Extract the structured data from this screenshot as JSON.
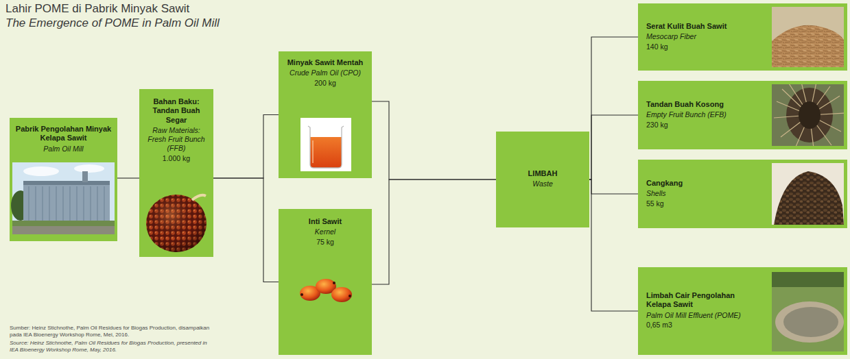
{
  "diagram": {
    "title": "Lahir POME di Pabrik Minyak Sawit",
    "nodes": [
      {
        "text": [
          "Pabrik Pengolahan Minyak Kelapa Sawit",
          "Palm Oil Mill"
        ]
      },
      {
        "text": [
          "Bahan Baku: Tandan Buah Segar",
          "Raw Materials: Fresh Fruit Bunch (FFB)",
          "1.000 kg"
        ]
      },
      {
        "text": [
          "Minyak Sawit Mentah",
          "Crude Palm Oil (CPO)",
          "200 kg"
        ]
      },
      {
        "text": [
          "Inti Sawit",
          "Kernel",
          "75 kg"
        ]
      },
      {
        "text": [
          "LIMBAH",
          "Waste"
        ]
      },
      {
        "text": [
          "Serat Kulit Buah Sawit",
          "Mesocarp Fiber",
          "140 kg"
        ]
      },
      {
        "text": [
          "Tandan Buah Kosong",
          "Empty Fruit Bunch (EFB)",
          "230 kg"
        ]
      },
      {
        "text": [
          "Cangkang",
          "Shells",
          "55 kg"
        ]
      },
      {
        "text": [
          "Limbah Cair Pengolahan Kelapa Sawit",
          "Palm Oil Mill Effluent (POME)",
          "0,65 m3"
        ]
      }
    ],
    "edges": [
      {
        "from": 0,
        "to": 1,
        "arrow": "none"
      },
      {
        "from": 1,
        "to": 2,
        "arrow": "none"
      },
      {
        "from": 1,
        "to": 3,
        "arrow": "none"
      },
      {
        "from": 2,
        "to": 4,
        "arrow": "none"
      },
      {
        "from": 3,
        "to": 4,
        "arrow": "none"
      },
      {
        "from": 4,
        "to": 5,
        "arrow": "none"
      },
      {
        "from": 4,
        "to": 6,
        "arrow": "none"
      },
      {
        "from": 4,
        "to": 7,
        "arrow": "none"
      },
      {
        "from": 4,
        "to": 8,
        "arrow": "none"
      }
    ],
    "labels": [
      "The Emergence of POME in Palm Oil Mill",
      "Sumber: Heinz Stichnothe, Palm Oil Residues for Biogas Production, disampaikan pada IEA Bioenergy Workshop Rome, Mei, 2016.",
      "Source: Heinz Stichnothe, Palm Oil Residues for Biogas Production, presented in IEA Bioenergy Workshop Rome, May, 2016."
    ]
  }
}
